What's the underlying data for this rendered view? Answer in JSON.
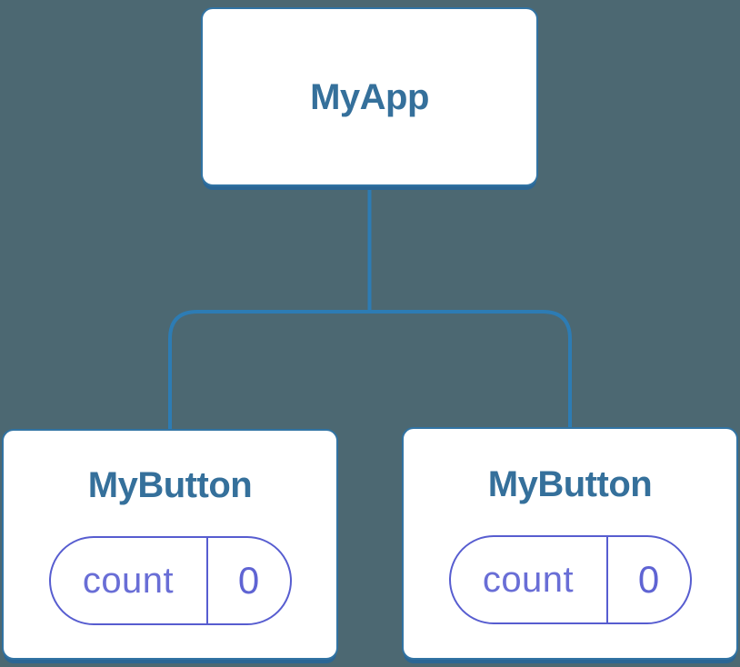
{
  "diagram": {
    "type": "component-tree",
    "background_color": "#4C6872",
    "connector_color": "#2D7CB4",
    "node_style": {
      "fill": "#FFFFFF",
      "border_color": "#3173A3",
      "shadow_color": "#2B6695",
      "label_color": "#35709B"
    },
    "pill_style": {
      "border_color": "#575DD0",
      "text_color": "#696ED6"
    },
    "nodes": {
      "root": {
        "label": "MyApp"
      },
      "child1": {
        "label": "MyButton",
        "state_key": "count",
        "state_value": "0"
      },
      "child2": {
        "label": "MyButton",
        "state_key": "count",
        "state_value": "0"
      }
    }
  }
}
